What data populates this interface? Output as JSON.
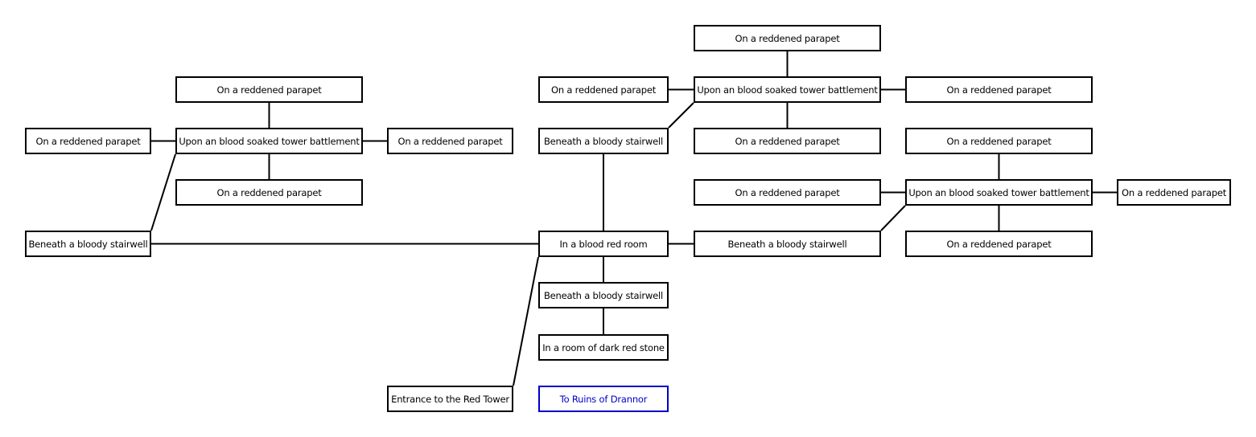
{
  "diagram": {
    "line_color": "#000000",
    "exit_color": "#0000c8",
    "nodes": [
      {
        "id": "n1",
        "label": "On a reddened parapet"
      },
      {
        "id": "n2",
        "label": "On a reddened parapet"
      },
      {
        "id": "n3",
        "label": "Upon an blood soaked tower battlement"
      },
      {
        "id": "n4",
        "label": "On a reddened parapet"
      },
      {
        "id": "n5",
        "label": "Beneath a bloody stairwell"
      },
      {
        "id": "n6",
        "label": "On a reddened parapet"
      },
      {
        "id": "n7",
        "label": "On a reddened parapet"
      },
      {
        "id": "n8",
        "label": "On a reddened parapet"
      },
      {
        "id": "n9",
        "label": "On a reddened parapet"
      },
      {
        "id": "n10",
        "label": "Upon an blood soaked tower battlement"
      },
      {
        "id": "n11",
        "label": "On a reddened parapet"
      },
      {
        "id": "n12",
        "label": "On a reddened parapet"
      },
      {
        "id": "n13",
        "label": "On a reddened parapet"
      },
      {
        "id": "n14",
        "label": "Upon an blood soaked tower battlement"
      },
      {
        "id": "n15",
        "label": "On a reddened parapet"
      },
      {
        "id": "n16",
        "label": "Beneath a bloody stairwell"
      },
      {
        "id": "n17",
        "label": "In a blood red room"
      },
      {
        "id": "n18",
        "label": "Beneath a bloody stairwell"
      },
      {
        "id": "n19",
        "label": "On a reddened parapet"
      },
      {
        "id": "n20",
        "label": "Beneath a bloody stairwell"
      },
      {
        "id": "n21",
        "label": "In a room of dark red stone"
      },
      {
        "id": "n22",
        "label": "Entrance to the Red Tower"
      },
      {
        "id": "n23",
        "label": "To Ruins of Drannor"
      }
    ],
    "edges": [
      [
        "n1",
        "n3"
      ],
      [
        "n2",
        "n3"
      ],
      [
        "n3",
        "n4"
      ],
      [
        "n3",
        "n6"
      ],
      [
        "n3",
        "n5"
      ],
      [
        "n5",
        "n17"
      ],
      [
        "n8",
        "n10"
      ],
      [
        "n9",
        "n10"
      ],
      [
        "n10",
        "n11"
      ],
      [
        "n10",
        "n12"
      ],
      [
        "n10",
        "n16"
      ],
      [
        "n16",
        "n17"
      ],
      [
        "n17",
        "n18"
      ],
      [
        "n17",
        "n20"
      ],
      [
        "n17",
        "n22"
      ],
      [
        "n20",
        "n21"
      ],
      [
        "n18",
        "n14"
      ],
      [
        "n13",
        "n14"
      ],
      [
        "n14",
        "n15"
      ],
      [
        "n7",
        "n14"
      ],
      [
        "n14",
        "n19"
      ]
    ]
  }
}
